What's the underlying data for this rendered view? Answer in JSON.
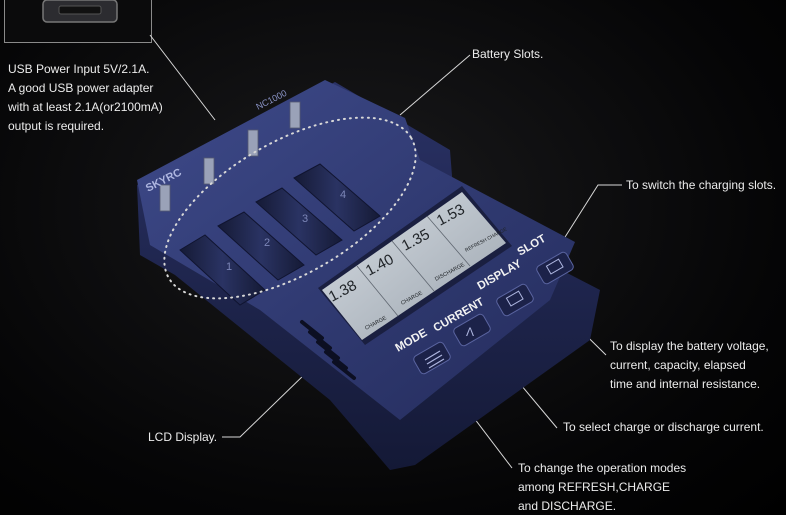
{
  "device": {
    "brand": "SKYRC",
    "model": "NC1000"
  },
  "annotations": {
    "usb": [
      "USB Power Input 5V/2.1A.",
      "A good USB power adapter",
      "with at least 2.1A(or2100mA)",
      "output is required."
    ],
    "battery_slots": "Battery Slots.",
    "switch_slots": "To switch the charging slots.",
    "display_info": [
      "To display the battery voltage,",
      "current, capacity, elapsed",
      "time and internal resistance."
    ],
    "lcd": "LCD Display.",
    "select_current": "To select charge or discharge current.",
    "modes": [
      "To change the operation modes",
      "among REFRESH,CHARGE",
      "and DISCHARGE."
    ]
  },
  "buttons": {
    "mode": "MODE",
    "current": "CURRENT",
    "display": "DISPLAY",
    "slot": "SLOT"
  },
  "lcd": {
    "slots": [
      {
        "value": "1.38",
        "mode": "CHARGE"
      },
      {
        "value": "1.40",
        "mode": "CHARGE"
      },
      {
        "value": "1.35",
        "mode": "DISCHARGE"
      },
      {
        "value": "1.53",
        "mode": "REFRESH CHARGE"
      }
    ]
  },
  "slot_numbers": [
    "1",
    "2",
    "3",
    "4"
  ]
}
